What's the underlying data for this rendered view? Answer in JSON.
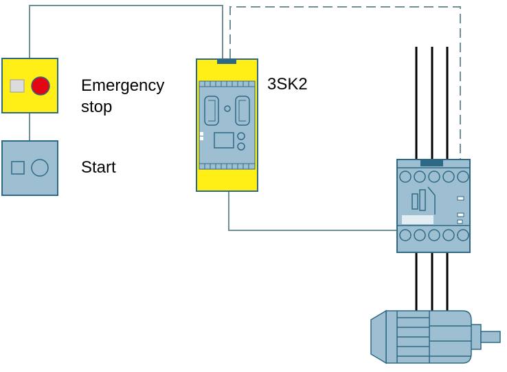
{
  "labels": {
    "emergency_stop_line1": "Emergency",
    "emergency_stop_line2": "stop",
    "start": "Start",
    "relay": "3SK2"
  },
  "colors": {
    "yellow": "#ffef17",
    "blue_body": "#9ebfd1",
    "blue_dark": "#2d6884",
    "wire": "#6f8e96",
    "red_button": "#e30613",
    "black": "#000000"
  },
  "icons": {
    "emergency_stop": "emergency-stop-button-icon",
    "start": "start-button-icon",
    "relay": "safety-relay-3sk2-icon",
    "contactor": "contactor-icon",
    "motor": "motor-icon"
  }
}
